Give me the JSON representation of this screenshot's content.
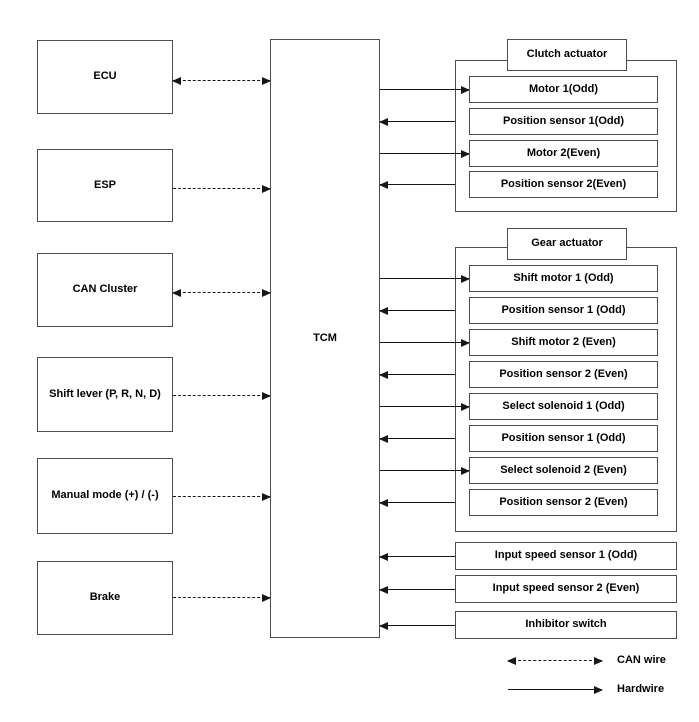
{
  "diagram": {
    "tcm": {
      "label": "TCM"
    },
    "left_modules": [
      {
        "label": "ECU",
        "wire": "CAN wire",
        "direction": "bidirectional"
      },
      {
        "label": "ESP",
        "wire": "CAN wire",
        "direction": "to TCM"
      },
      {
        "label": "CAN Cluster",
        "wire": "CAN wire",
        "direction": "bidirectional"
      },
      {
        "label": "Shift lever (P, R, N, D)",
        "wire": "CAN wire",
        "direction": "to TCM"
      },
      {
        "label": "Manual mode (+) / (-)",
        "wire": "CAN wire",
        "direction": "to TCM"
      },
      {
        "label": "Brake",
        "wire": "CAN wire",
        "direction": "to TCM"
      }
    ],
    "clutch_actuator": {
      "title": "Clutch actuator",
      "items": [
        {
          "label": "Motor 1(Odd)",
          "wire": "Hardwire",
          "direction": "from TCM"
        },
        {
          "label": "Position sensor 1(Odd)",
          "wire": "Hardwire",
          "direction": "to TCM"
        },
        {
          "label": "Motor 2(Even)",
          "wire": "Hardwire",
          "direction": "from TCM"
        },
        {
          "label": "Position sensor 2(Even)",
          "wire": "Hardwire",
          "direction": "to TCM"
        }
      ]
    },
    "gear_actuator": {
      "title": "Gear actuator",
      "items": [
        {
          "label": "Shift motor 1 (Odd)",
          "wire": "Hardwire",
          "direction": "from TCM"
        },
        {
          "label": "Position sensor 1 (Odd)",
          "wire": "Hardwire",
          "direction": "to TCM"
        },
        {
          "label": "Shift motor 2 (Even)",
          "wire": "Hardwire",
          "direction": "from TCM"
        },
        {
          "label": "Position sensor 2 (Even)",
          "wire": "Hardwire",
          "direction": "to TCM"
        },
        {
          "label": "Select solenoid 1 (Odd)",
          "wire": "Hardwire",
          "direction": "from TCM"
        },
        {
          "label": "Position sensor 1 (Odd)",
          "wire": "Hardwire",
          "direction": "to TCM"
        },
        {
          "label": "Select solenoid 2 (Even)",
          "wire": "Hardwire",
          "direction": "from TCM"
        },
        {
          "label": "Position sensor 2 (Even)",
          "wire": "Hardwire",
          "direction": "to TCM"
        }
      ]
    },
    "sensors": [
      {
        "label": "Input speed sensor 1 (Odd)",
        "wire": "Hardwire",
        "direction": "to TCM"
      },
      {
        "label": "Input speed sensor 2 (Even)",
        "wire": "Hardwire",
        "direction": "to TCM"
      },
      {
        "label": "Inhibitor switch",
        "wire": "Hardwire",
        "direction": "to TCM"
      }
    ],
    "legend": [
      {
        "label": "CAN wire",
        "line_style": "dashed",
        "arrowheads": "both"
      },
      {
        "label": "Hardwire",
        "line_style": "solid",
        "arrowheads": "right"
      }
    ],
    "colors": {
      "background": "#ffffff",
      "box_border": "#4d4d4d",
      "arrow": "#161616",
      "text": "#000000"
    }
  }
}
